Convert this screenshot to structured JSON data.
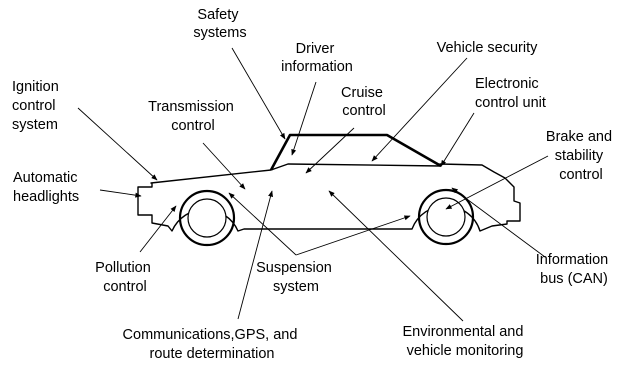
{
  "labels": {
    "safety_systems": [
      "Safety",
      "systems"
    ],
    "driver_information": [
      "Driver",
      "information"
    ],
    "vehicle_security": [
      "Vehicle security"
    ],
    "ignition_control": [
      "Ignition",
      "control",
      "system"
    ],
    "transmission_control": [
      "Transmission",
      "control"
    ],
    "cruise_control": [
      "Cruise",
      "control"
    ],
    "electronic_control_unit": [
      "Electronic",
      "control unit"
    ],
    "brake_stability": [
      "Brake and",
      "stability",
      "control"
    ],
    "automatic_headlights": [
      "Automatic",
      "headlights"
    ],
    "pollution_control": [
      "Pollution",
      "control"
    ],
    "suspension_system": [
      "Suspension",
      "system"
    ],
    "information_bus": [
      "Information",
      "bus (CAN)"
    ],
    "communications": [
      "Communications,GPS, and",
      "route determination"
    ],
    "environmental": [
      "Environmental and",
      "vehicle monitoring"
    ]
  }
}
